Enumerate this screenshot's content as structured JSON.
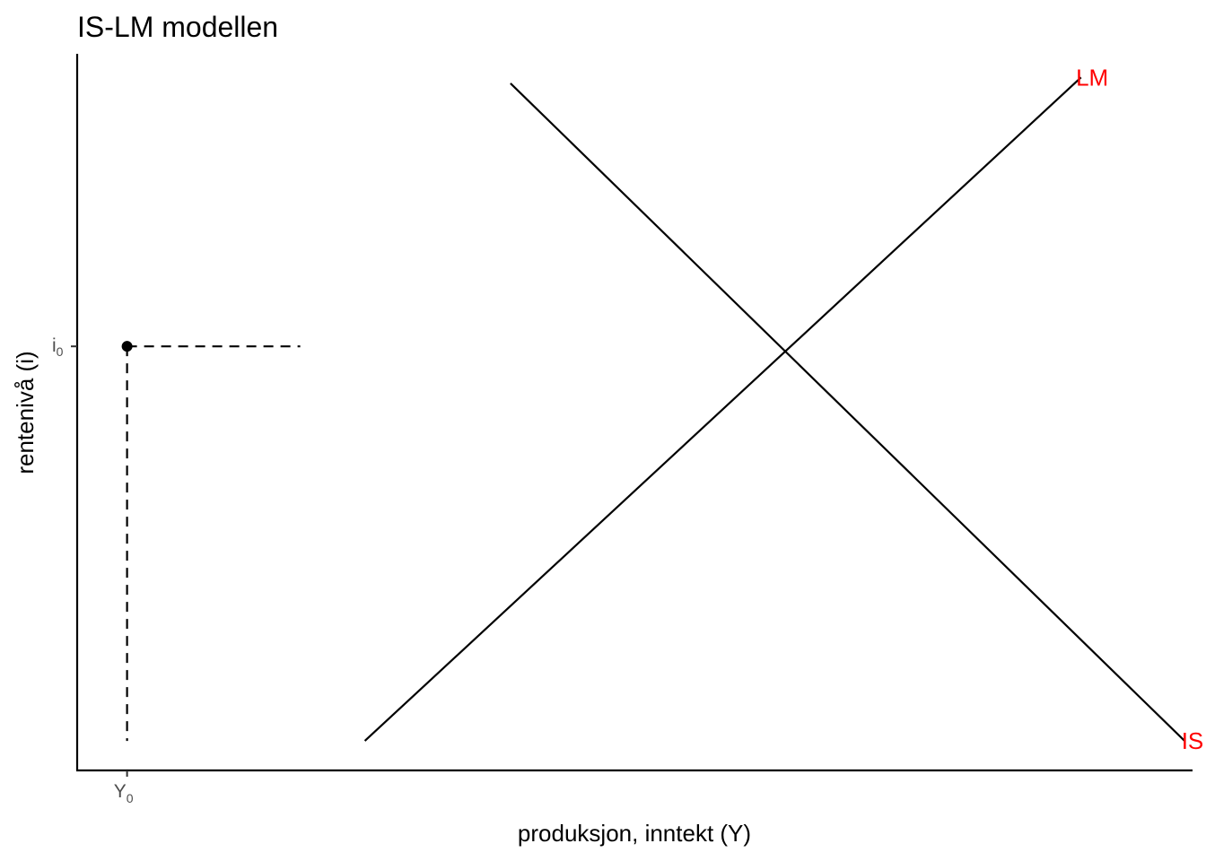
{
  "chart_data": {
    "type": "line",
    "title": "IS-LM modellen",
    "xlabel": "produksjon, inntekt (Y)",
    "ylabel": "rentenivå (i)",
    "xlim": [
      0,
      10
    ],
    "ylim": [
      0,
      10
    ],
    "grid": false,
    "x_ticks": [
      {
        "label": "Y",
        "sub": "0",
        "x": 0.4474
      }
    ],
    "y_ticks": [
      {
        "label": "i",
        "sub": "0",
        "y": 5.9176
      }
    ],
    "series": [
      {
        "name": "LM",
        "x": [
          2.579,
          9.0
        ],
        "y": [
          0.4118,
          9.6706
        ],
        "color": "#000000"
      },
      {
        "name": "IS",
        "x": [
          3.885,
          9.929
        ],
        "y": [
          9.5882,
          0.4118
        ],
        "color": "#000000"
      }
    ],
    "annotations": [
      {
        "text": "LM",
        "x": 9.1,
        "y": 9.6706,
        "color": "#ff0000"
      },
      {
        "text": "IS",
        "x": 10.0,
        "y": 0.4118,
        "color": "#ff0000"
      }
    ],
    "reference_point": {
      "x": 0.4474,
      "y": 5.9176
    },
    "reference_lines": [
      {
        "from": [
          0.4474,
          5.9176
        ],
        "to": [
          2.0,
          5.9176
        ],
        "style": "dashed"
      },
      {
        "from": [
          0.4474,
          5.9176
        ],
        "to": [
          0.4474,
          0.4118
        ],
        "style": "dashed"
      }
    ]
  }
}
